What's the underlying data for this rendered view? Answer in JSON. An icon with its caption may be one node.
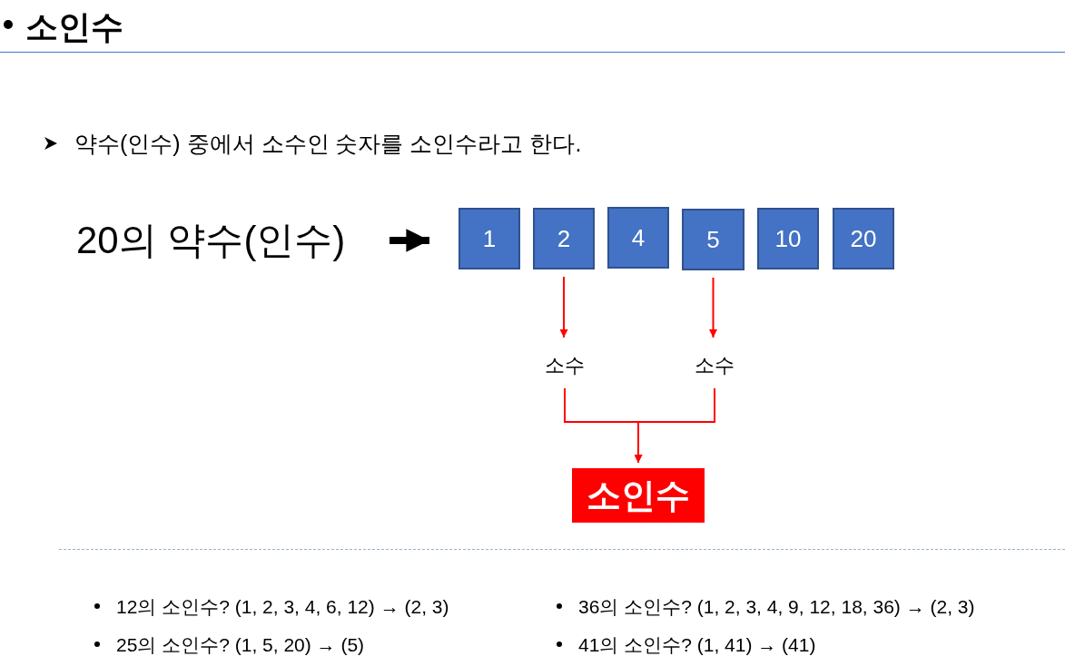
{
  "diagram": {
    "title": "소인수",
    "nodes": [
      {
        "text": [
          "20의 약수(인수)"
        ]
      },
      {
        "text": [
          "1"
        ]
      },
      {
        "text": [
          "2"
        ]
      },
      {
        "text": [
          "4"
        ]
      },
      {
        "text": [
          "5"
        ]
      },
      {
        "text": [
          "10"
        ]
      },
      {
        "text": [
          "20"
        ]
      },
      {
        "text": [
          "소수"
        ]
      },
      {
        "text": [
          "소수"
        ]
      },
      {
        "text": [
          "소인수"
        ]
      }
    ],
    "edges": [
      {
        "from": 0,
        "to": 1,
        "arrow": "to",
        "style": "thick",
        "color": "#000000"
      },
      {
        "from": 2,
        "to": 7,
        "arrow": "to"
      },
      {
        "from": 4,
        "to": 8,
        "arrow": "to"
      },
      {
        "from": 7,
        "to": 9,
        "arrow": "to"
      },
      {
        "from": 8,
        "to": 9,
        "arrow": "to"
      }
    ],
    "labels": [
      "약수(인수) 중에서 소수인 숫자를 소인수라고 한다.",
      "12의 소인수? (1, 2, 3, 4, 6, 12) → (2, 3)",
      "36의 소인수? (1, 2, 3, 4, 9, 12, 18, 36) → (2, 3)",
      "25의 소인수? (1, 5, 20) → (5)",
      "41의 소인수? (1, 41) → (41)"
    ]
  }
}
